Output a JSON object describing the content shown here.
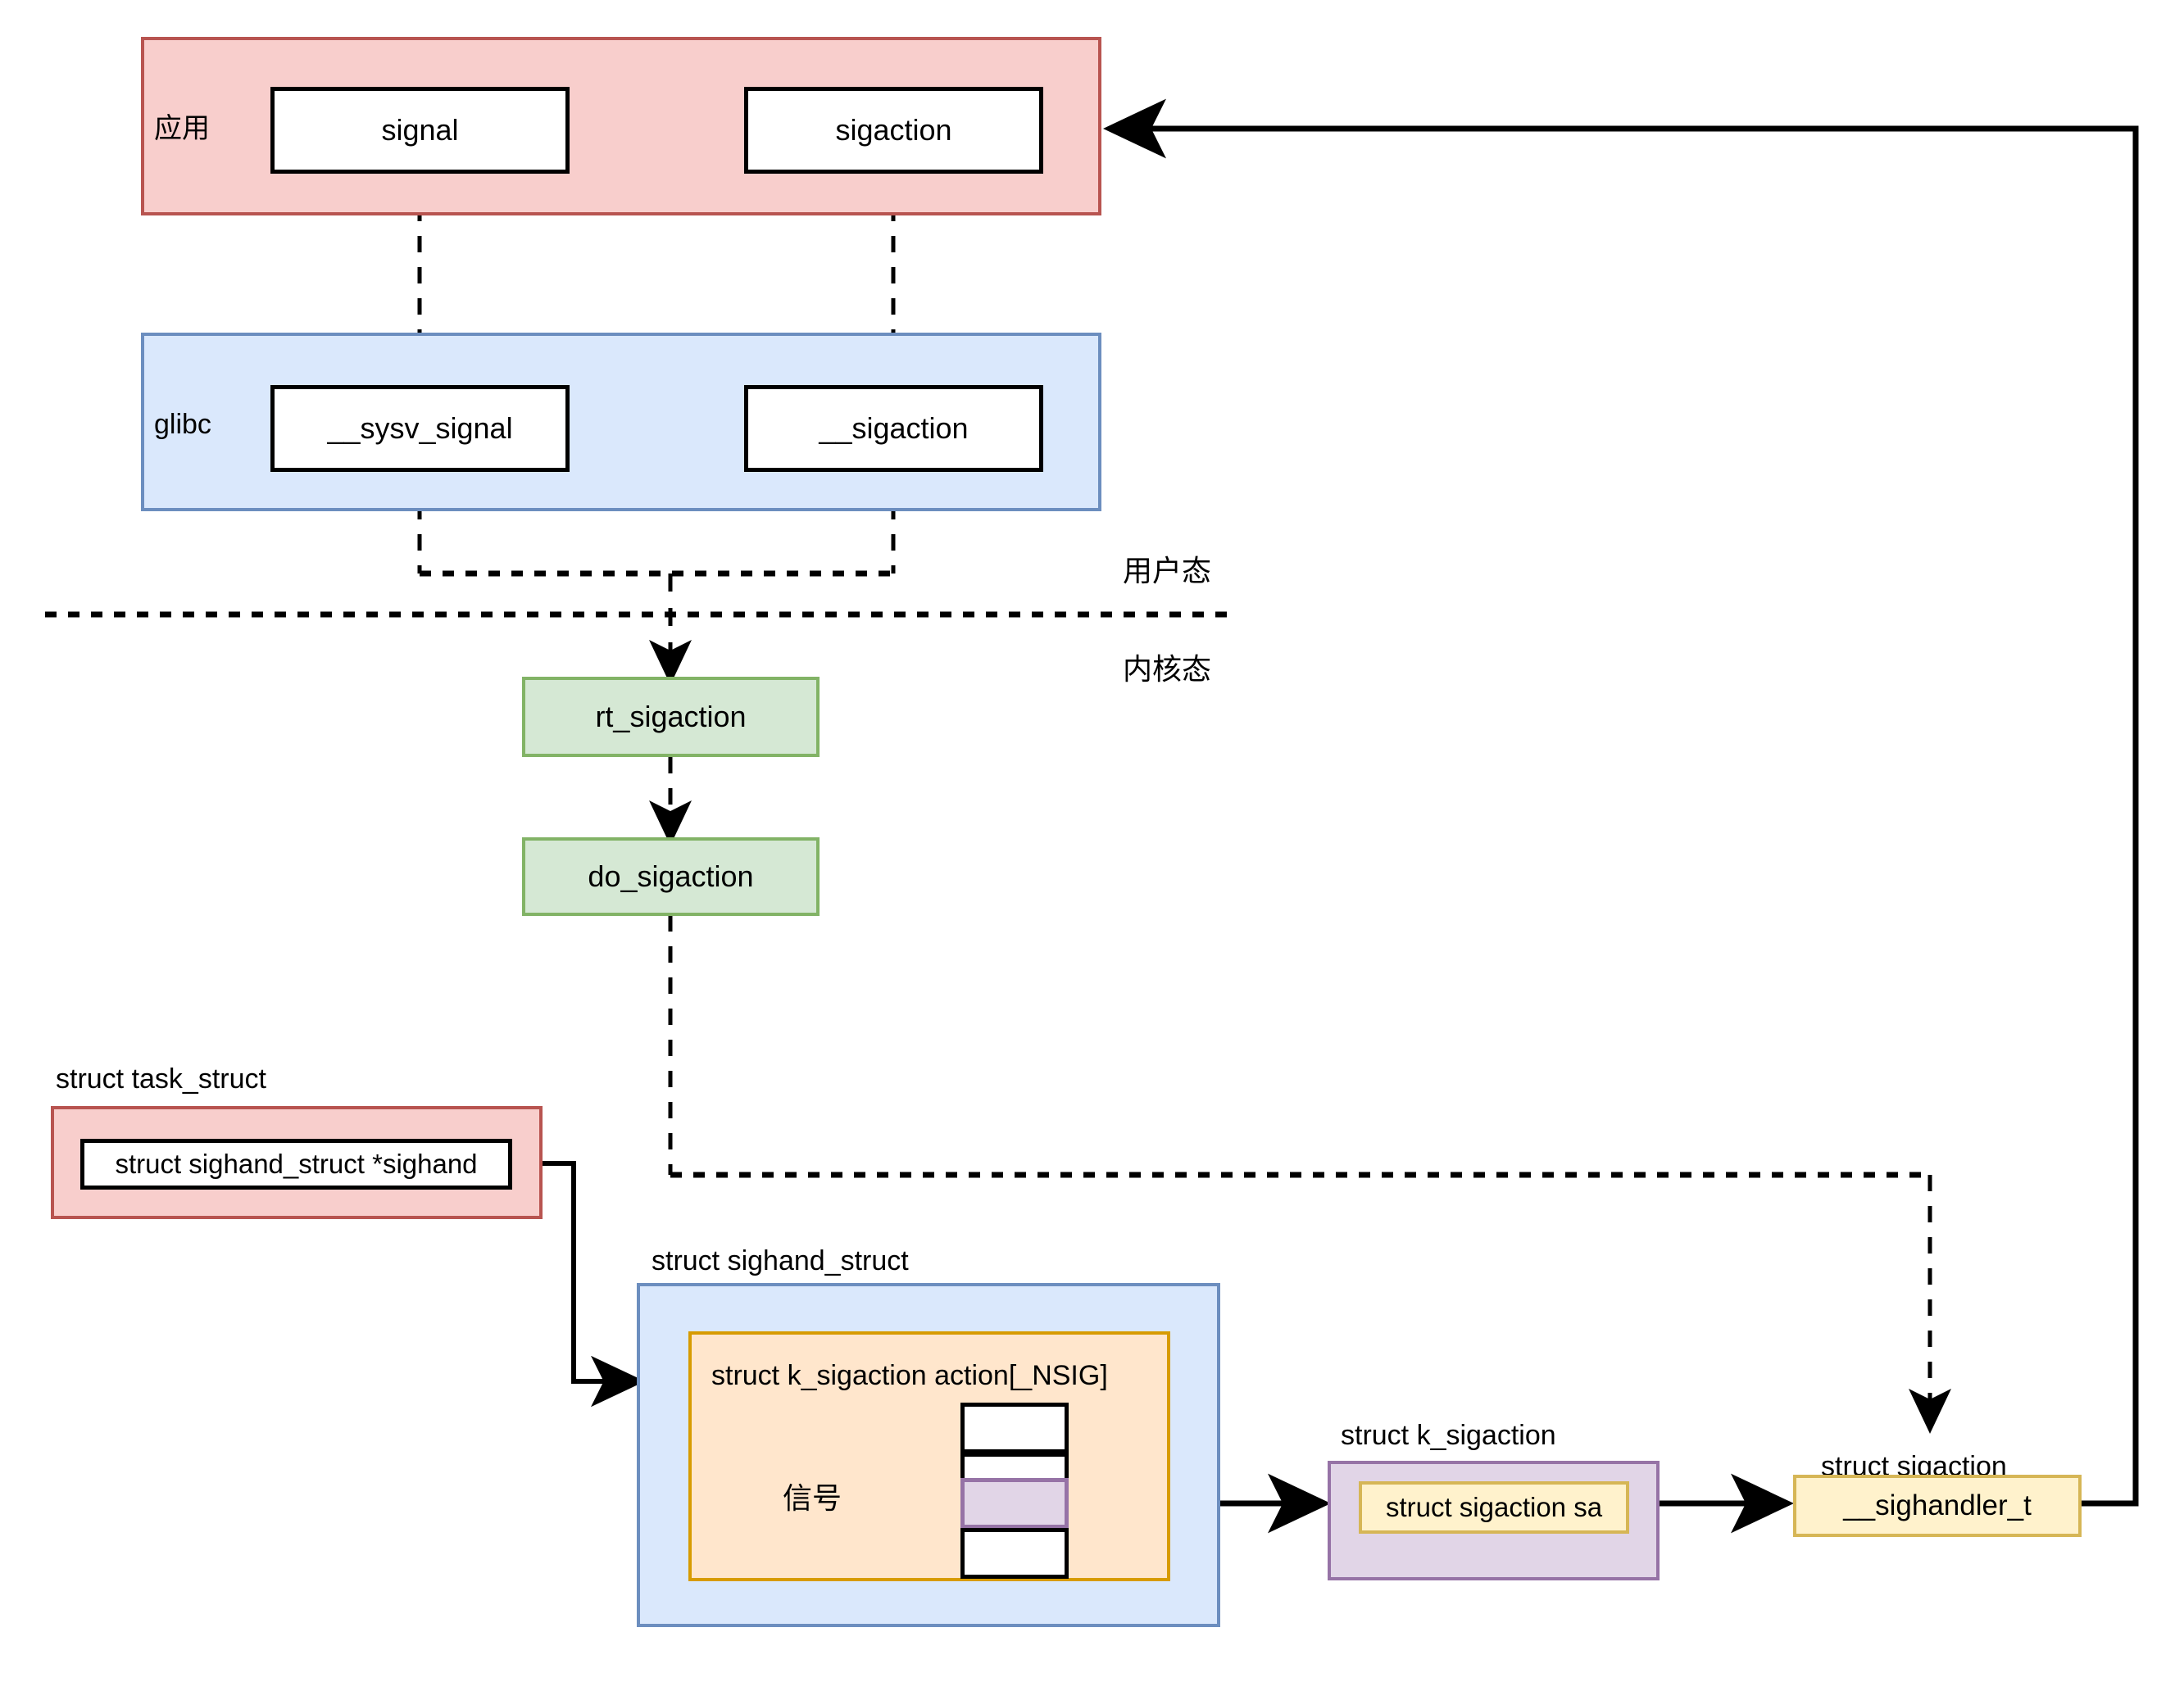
{
  "diagram": {
    "title_semantic": "linux-signal-registration-flow",
    "layers": [
      {
        "id": "app",
        "label": "应用",
        "fill": "#f8cecc",
        "stroke": "#b85450",
        "nodes": [
          {
            "id": "signal",
            "label": "signal"
          },
          {
            "id": "sigaction",
            "label": "sigaction"
          }
        ]
      },
      {
        "id": "glibc",
        "label": "glibc",
        "fill": "#dae8fc",
        "stroke": "#6c8ebf",
        "nodes": [
          {
            "id": "sysv_signal",
            "label": "__sysv_signal"
          },
          {
            "id": "__sigaction",
            "label": "__sigaction"
          }
        ]
      }
    ],
    "mode_labels": {
      "user": "用户态",
      "kernel": "内核态"
    },
    "kernel_nodes": [
      {
        "id": "rt_sigaction",
        "label": "rt_sigaction",
        "fill": "#d5e8d4",
        "stroke": "#82b366"
      },
      {
        "id": "do_sigaction",
        "label": "do_sigaction",
        "fill": "#d5e8d4",
        "stroke": "#82b366"
      }
    ],
    "structs": {
      "task_struct": {
        "caption": "struct task_struct",
        "fill": "#f8cecc",
        "stroke": "#b85450",
        "field": "struct sighand_struct *sighand"
      },
      "sighand_struct": {
        "caption": "struct sighand_struct",
        "fill": "#dae8fc",
        "stroke": "#6c8ebf",
        "inner": {
          "label": "struct k_sigaction action[_NSIG]",
          "fill": "#ffe6cc",
          "stroke": "#d79b00",
          "signal_label": "信号",
          "cells": [
            {
              "id": "cell-0",
              "selected": false
            },
            {
              "id": "cell-1",
              "selected": false
            },
            {
              "id": "cell-2",
              "selected": true
            },
            {
              "id": "cell-3",
              "selected": false
            }
          ],
          "selected_fill": "#e1d5e7",
          "selected_stroke": "#9673a6"
        }
      },
      "k_sigaction": {
        "caption": "struct k_sigaction",
        "fill": "#e1d5e7",
        "stroke": "#9673a6",
        "field": "struct sigaction sa",
        "field_fill": "#fff2cc",
        "field_stroke": "#d6b656"
      },
      "sigaction_struct": {
        "caption": "struct sigaction",
        "field": "__sighandler_t",
        "fill": "#fff2cc",
        "stroke": "#d6b656"
      }
    },
    "colors": {
      "red_fill": "#f8cecc",
      "red_stroke": "#b85450",
      "blue_fill": "#dae8fc",
      "blue_stroke": "#6c8ebf",
      "green_fill": "#d5e8d4",
      "green_stroke": "#82b366",
      "orange_fill": "#ffe6cc",
      "orange_stroke": "#d79b00",
      "purple_fill": "#e1d5e7",
      "purple_stroke": "#9673a6",
      "yellow_fill": "#fff2cc",
      "yellow_stroke": "#d6b656",
      "edge": "#000000",
      "background": "#ffffff"
    }
  }
}
